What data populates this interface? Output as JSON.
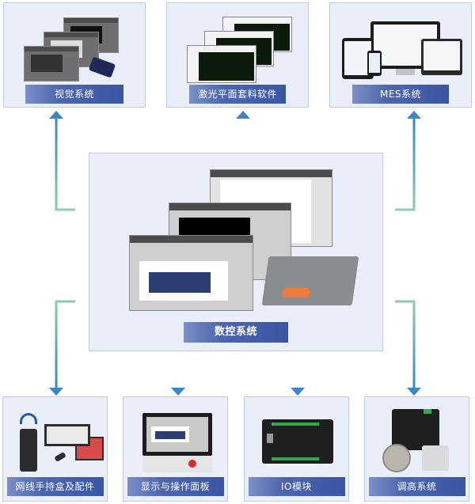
{
  "title": "数控系统架构",
  "top_modules": [
    {
      "id": "vision",
      "label": "视觉系统",
      "icon": "vision-software-camera-icon"
    },
    {
      "id": "nesting",
      "label": "激光平面套料软件",
      "icon": "nesting-software-icon"
    },
    {
      "id": "mes",
      "label": "MES系统",
      "icon": "mes-devices-icon"
    }
  ],
  "center_module": {
    "id": "cnc",
    "label": "数控系统",
    "icon": "cnc-software-and-controller-icon"
  },
  "bottom_modules": [
    {
      "id": "handheld",
      "label": "网线手持盒及配件",
      "icon": "handheld-accessories-icon"
    },
    {
      "id": "panel",
      "label": "显示与操作面板",
      "icon": "display-operation-panel-icon"
    },
    {
      "id": "io",
      "label": "IO模块",
      "icon": "io-module-icon"
    },
    {
      "id": "height",
      "label": "调高系统",
      "icon": "height-control-icon"
    }
  ],
  "connections": [
    {
      "from": "cnc",
      "to": "vision",
      "direction": "up"
    },
    {
      "from": "cnc",
      "to": "nesting",
      "direction": "up"
    },
    {
      "from": "cnc",
      "to": "mes",
      "direction": "up"
    },
    {
      "from": "cnc",
      "to": "handheld",
      "direction": "down"
    },
    {
      "from": "cnc",
      "to": "panel",
      "direction": "down"
    },
    {
      "from": "cnc",
      "to": "io",
      "direction": "down"
    },
    {
      "from": "cnc",
      "to": "height",
      "direction": "down"
    }
  ],
  "colors": {
    "box_fill": "#e9eef8",
    "box_border": "#b9cde3",
    "label_fill": "#3a56a3",
    "arrow_blue": "#3b86c8",
    "arrow_green": "#8fcba6"
  }
}
